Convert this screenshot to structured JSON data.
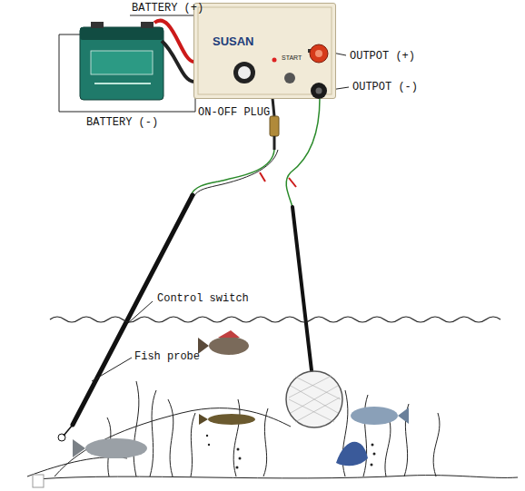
{
  "diagram": {
    "nodes": [
      {
        "text": [
          "SUSAN",
          "START"
        ]
      }
    ],
    "labels": [
      "BATTERY (+)",
      "BATTERY (-)",
      "OUTPOT (+)",
      "OUTPOT (-)",
      "ON-OFF PLUG",
      "Control switch",
      "Fish probe"
    ]
  }
}
